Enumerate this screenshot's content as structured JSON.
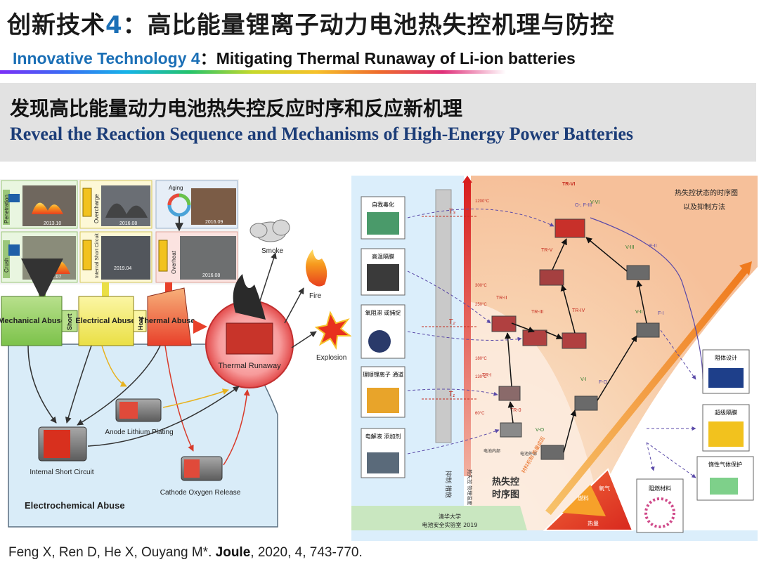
{
  "header": {
    "title_cn_prefix": "创新技术",
    "title_cn_num": "4",
    "title_cn_rest": "：高比能量锂离子动力电池热失控机理与防控",
    "title_en_prefix": "Innovative Technology 4",
    "title_en_rest": "：Mitigating Thermal Runaway of Li-ion batteries"
  },
  "subheader": {
    "cn": "发现高比能量动力电池热失控反应时序和反应新机理",
    "en": "Reveal the Reaction Sequence and Mechanisms of High-Energy Power Batteries"
  },
  "left_figure": {
    "abuse_photos": {
      "penetration": "Penetration",
      "penetration_date": "2013.10",
      "overcharge": "Overcharge",
      "overcharge_date": "2016.08",
      "aging": "Aging",
      "aging_date": "2016.09",
      "crush": "Crush",
      "crush_date": "2013.07",
      "internal_short": "Internal Short Circuit",
      "internal_short_date": "2019.04",
      "overheat": "Overheat",
      "overheat_date": "2016.08"
    },
    "abuse": {
      "mechanical": "Mechanical Abuse",
      "electrical": "Electrical Abuse",
      "thermal": "Thermal Abuse",
      "short": "Short",
      "heat": "Heat"
    },
    "outcomes": {
      "smoke": "Smoke",
      "fire": "Fire",
      "explosion": "Explosion",
      "thermal_runaway": "Thermal Runaway"
    },
    "electrochemical": {
      "anode_plating": "Anode Lithium Plating",
      "internal_short": "Internal Short Circuit",
      "cathode_oxygen": "Cathode Oxygen Release",
      "panel_label": "Electrochemical Abuse"
    }
  },
  "right_figure": {
    "title_cn": [
      "热失控状态的时序图",
      "以及抑制方法"
    ],
    "left_methods": [
      "自我毒化",
      "高温隔膜",
      "氧阻滞 或捕捉",
      "理顺锂离子 通道",
      "电解液 添加剂"
    ],
    "right_methods": [
      "阻体设计",
      "超级隔膜",
      "惰性气体保护",
      "阻燃材料"
    ],
    "temps": [
      "1200°C",
      "300°C",
      "250°C",
      "180°C",
      "130°C",
      "60°C"
    ],
    "t_markers": [
      "T₃",
      "T₂",
      "T₁"
    ],
    "axis_labels": [
      "热失控 物理温度",
      "电池内部",
      "电池外部",
      "抑制 措施",
      "材料机制 热量成因"
    ],
    "center_label": [
      "热失控",
      "时序图"
    ],
    "stages": {
      "tr_vi": "TR-VI",
      "tr_v": "TR-V",
      "tr_iv": "TR-IV",
      "tr_iii": "TR-III",
      "tr_ii": "TR-II",
      "tr_i": "TR-I",
      "tr_0": "TR-0",
      "v_vi": "V-VI",
      "v_iii": "V-III",
      "v_ii": "V-II",
      "v_i": "V-I",
      "v_0": "V-O",
      "f_iii": "O-, F-III",
      "f_ii": "F-II",
      "f_i": "F-I",
      "f_0": "F-O"
    },
    "triangle": [
      "燃料",
      "氧气",
      "热量"
    ],
    "footer": [
      "清华大学",
      "电池安全实验室 2019"
    ]
  },
  "citation": {
    "authors": "Feng X, Ren D, He X, Ouyang M*.",
    "journal": "Joule",
    "details": ", 2020, 4, 743-770."
  },
  "colors": {
    "accent_blue": "#1b6fb6",
    "subtitle_navy": "#1c3d78",
    "mechanical_green": "#8fcf5a",
    "electrical_yellow": "#f2ef6c",
    "thermal_red": "#ef5a3c",
    "panel_blue": "#d9ecf8"
  }
}
